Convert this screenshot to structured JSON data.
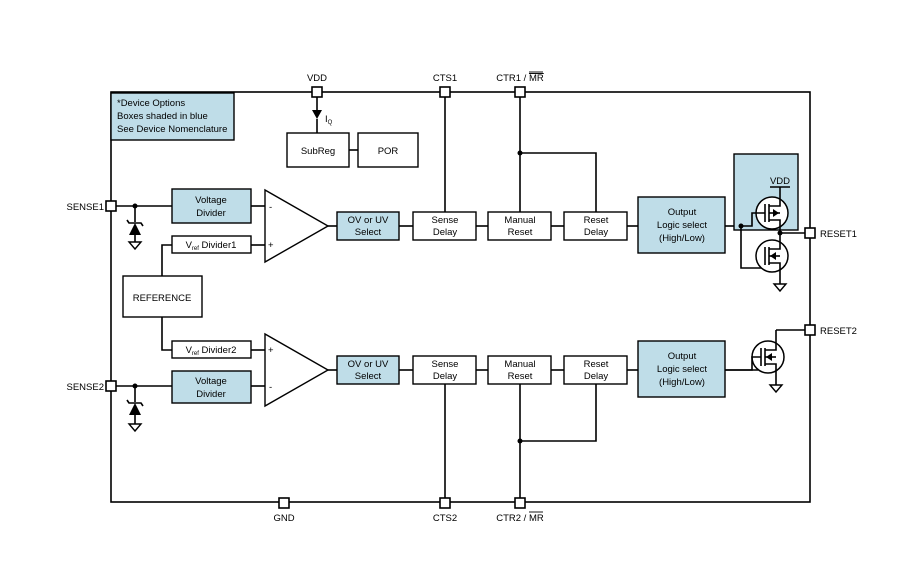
{
  "pins": {
    "vdd": "VDD",
    "cts1": "CTS1",
    "ctr1": "CTR1 / ",
    "ctr1_bar": "MR",
    "sense1": "SENSE1",
    "sense2": "SENSE2",
    "reset1": "RESET1",
    "reset2": "RESET2",
    "gnd": "GND",
    "cts2": "CTS2",
    "ctr2": "CTR2 / ",
    "ctr2_bar": "MR"
  },
  "note": {
    "line1": "*Device Options",
    "line2": "Boxes shaded in blue",
    "line3": "See Device Nomenclature"
  },
  "iq": {
    "main": "I",
    "sub": "Q"
  },
  "blocks": {
    "subreg": "SubReg",
    "por": "POR",
    "reference": "REFERENCE",
    "vd1": [
      "Voltage",
      "Divider"
    ],
    "vd2": [
      "Voltage",
      "Divider"
    ],
    "vref1": {
      "main": "V",
      "sub": "ref",
      "rest": " Divider1"
    },
    "vref2": {
      "main": "V",
      "sub": "ref",
      "rest": " Divider2"
    },
    "ovuv1": [
      "OV or UV",
      "Select"
    ],
    "ovuv2": [
      "OV or UV",
      "Select"
    ],
    "sense_delay1": [
      "Sense",
      "Delay"
    ],
    "sense_delay2": [
      "Sense",
      "Delay"
    ],
    "manual_reset1": [
      "Manual",
      "Reset"
    ],
    "manual_reset2": [
      "Manual",
      "Reset"
    ],
    "reset_delay1": [
      "Reset",
      "Delay"
    ],
    "reset_delay2": [
      "Reset",
      "Delay"
    ],
    "output1": [
      "Output",
      "Logic select",
      "(High/Low)"
    ],
    "output2": [
      "Output",
      "Logic select",
      "(High/Low)"
    ],
    "vdd_inner": "VDD"
  },
  "comparator": {
    "minus": "-",
    "plus": "+"
  },
  "colors": {
    "option_fill": "#bfdde8",
    "line": "#000000"
  }
}
